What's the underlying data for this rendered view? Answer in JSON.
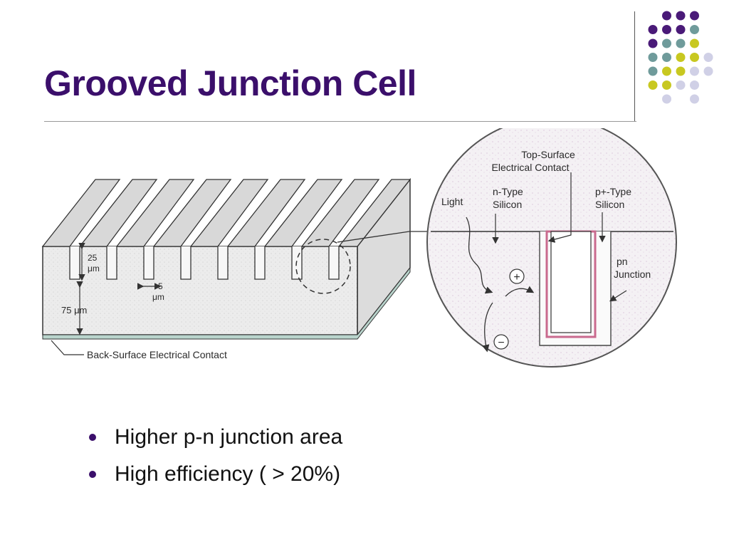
{
  "slide": {
    "title": "Grooved Junction Cell",
    "bullets": [
      "Higher p-n junction area",
      "High efficiency ( > 20%)"
    ]
  },
  "diagram": {
    "labels": {
      "groove_depth_value": "25",
      "groove_depth_unit": "μm",
      "groove_width_value": "5",
      "groove_width_unit": "μm",
      "thickness": "75 μm",
      "back_contact": "Back-Surface Electrical Contact",
      "top_contact_line1": "Top-Surface",
      "top_contact_line2": "Electrical Contact",
      "light": "Light",
      "n_type_line1": "n-Type",
      "n_type_line2": "Silicon",
      "p_type_line1": "p+-Type",
      "p_type_line2": "Silicon",
      "pn_line1": "pn",
      "pn_line2": "Junction",
      "hole_symbol": "+",
      "electron_symbol": "−"
    }
  },
  "colors": {
    "title": "#3b0f6b",
    "dot_purple": "#4a1a78",
    "dot_teal": "#6f9b9b",
    "dot_olive": "#c8c820",
    "dot_lavender": "#d0d0e6",
    "bullet": "#3b0f6b"
  }
}
